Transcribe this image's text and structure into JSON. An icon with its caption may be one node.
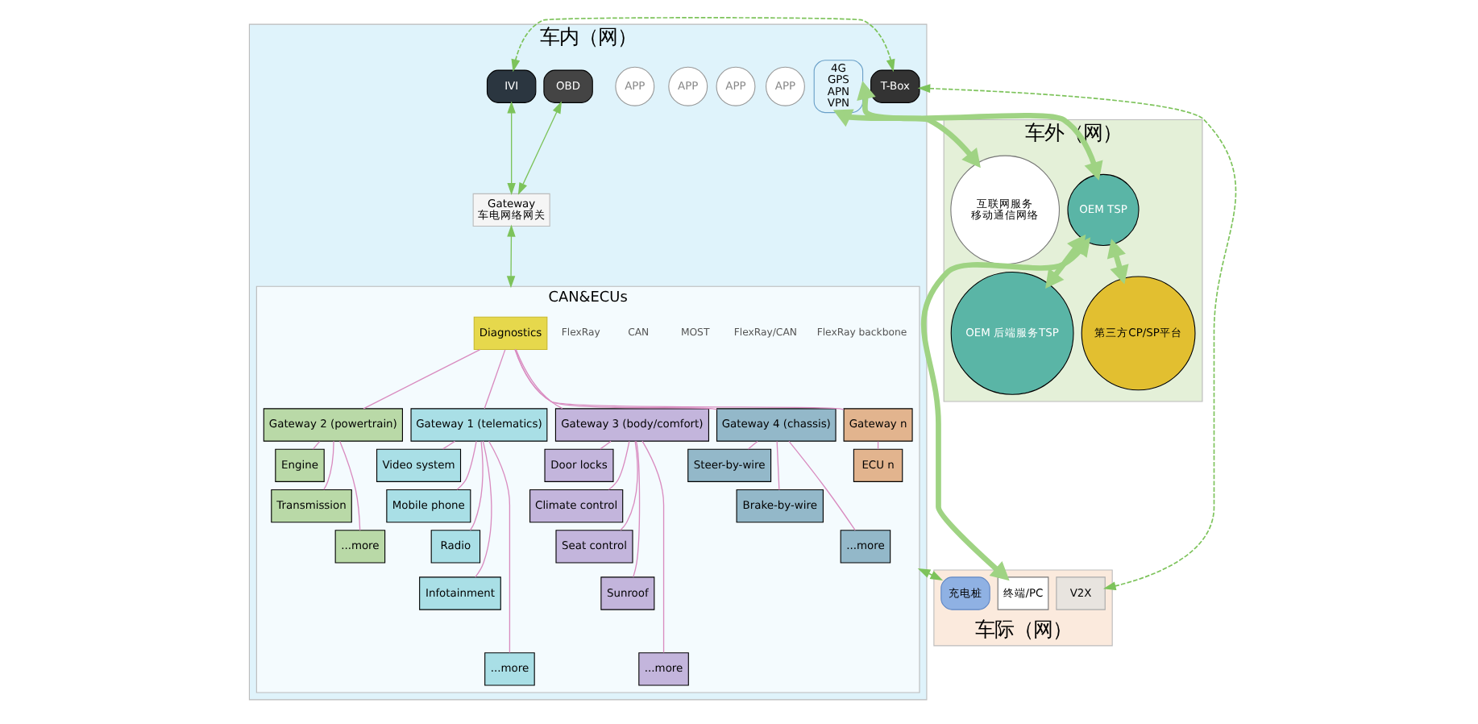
{
  "diagram": {
    "nodes": [
      {
        "text": [
          "车内（网）"
        ]
      },
      {
        "text": [
          "IVI"
        ],
        "in": 0
      },
      {
        "text": [
          "APP"
        ],
        "in": 0
      },
      {
        "text": [
          "APP"
        ],
        "in": 0
      },
      {
        "text": [
          "APP"
        ],
        "in": 0
      },
      {
        "text": [
          "APP"
        ],
        "in": 0
      },
      {
        "text": [
          "T-Box"
        ],
        "in": 0
      },
      {
        "text": [
          "4G",
          "GPS",
          "APN",
          "VPN"
        ],
        "in": 0
      },
      {
        "text": [
          "OBD"
        ],
        "in": 0
      },
      {
        "text": [
          "Gateway",
          "车电网络网关"
        ],
        "in": 0
      },
      {
        "text": [
          "CAN&ECUs"
        ],
        "in": 0
      },
      {
        "text": [
          "Diagnostics"
        ],
        "in": 10
      },
      {
        "text": [
          "Gateway 2 (powertrain)"
        ],
        "in": 10
      },
      {
        "text": [
          "Gateway 1 (telematics)"
        ],
        "in": 10
      },
      {
        "text": [
          "Gateway 3 (body/comfort)"
        ],
        "in": 10
      },
      {
        "text": [
          "Gateway 4 (chassis)"
        ],
        "in": 10
      },
      {
        "text": [
          "Gateway n"
        ],
        "in": 10
      },
      {
        "text": [
          "ECU n"
        ],
        "in": 10
      },
      {
        "text": [
          "Engine"
        ],
        "in": 10
      },
      {
        "text": [
          "Transmission"
        ],
        "in": 10
      },
      {
        "text": [
          "...more"
        ],
        "in": 10
      },
      {
        "text": [
          "Video system"
        ],
        "in": 10
      },
      {
        "text": [
          "Mobile phone"
        ],
        "in": 10
      },
      {
        "text": [
          "Radio"
        ],
        "in": 10
      },
      {
        "text": [
          "Infotainment"
        ],
        "in": 10
      },
      {
        "text": [
          "...more"
        ],
        "in": 10
      },
      {
        "text": [
          "Door locks"
        ],
        "in": 10
      },
      {
        "text": [
          "Climate control"
        ],
        "in": 10
      },
      {
        "text": [
          "Seat control"
        ],
        "in": 10
      },
      {
        "text": [
          "Sunroof"
        ],
        "in": 10
      },
      {
        "text": [
          "...more"
        ],
        "in": 10
      },
      {
        "text": [
          "Steer-by-wire"
        ],
        "in": 10
      },
      {
        "text": [
          "Brake-by-wire"
        ],
        "in": 10
      },
      {
        "text": [
          "...more"
        ],
        "in": 10
      },
      {
        "text": [
          "车外（网）"
        ]
      },
      {
        "text": [
          "OEM TSP"
        ],
        "in": 34
      },
      {
        "text": [
          "OEM 后端服务TSP"
        ],
        "in": 34
      },
      {
        "text": [
          "第三方CP/SP平台"
        ],
        "in": 34
      },
      {
        "text": [
          "互联网服务",
          "移动通信网络"
        ],
        "in": 34
      },
      {
        "text": [
          "车际（网）"
        ]
      },
      {
        "text": [
          "V2X"
        ],
        "in": 39
      },
      {
        "text": [
          "终端/PC"
        ],
        "in": 39
      },
      {
        "text": [
          "充电桩"
        ],
        "in": 39
      }
    ],
    "edges": [
      {
        "from": 1,
        "to": 6,
        "arrow": "both",
        "style": "dashed",
        "color": "#7dc35b"
      },
      {
        "from": 9,
        "to": 1,
        "arrow": "both",
        "color": "#7dc35b"
      },
      {
        "from": 8,
        "to": 9,
        "arrow": "both",
        "color": "#7dc35b"
      },
      {
        "from": 9,
        "to": 10,
        "arrow": "both",
        "color": "#7dc35b"
      },
      {
        "from": 6,
        "to": 40,
        "arrow": "both",
        "style": "dashed",
        "color": "#7dc35b"
      },
      {
        "from": 10,
        "to": 42,
        "arrow": "both",
        "style": "dashed",
        "color": "#7dc35b"
      },
      {
        "from": 7,
        "to": 35,
        "arrow": "both",
        "style": "thick",
        "color": "#9fd383"
      },
      {
        "from": 7,
        "to": 38,
        "arrow": "both",
        "style": "thick",
        "color": "#9fd383"
      },
      {
        "from": 35,
        "to": 36,
        "arrow": "both",
        "style": "thick",
        "color": "#9fd383"
      },
      {
        "from": 35,
        "to": 37,
        "arrow": "both",
        "style": "thick",
        "color": "#9fd383"
      },
      {
        "from": 35,
        "to": 41,
        "arrow": "both",
        "style": "thick",
        "color": "#9fd383"
      },
      {
        "from": 11,
        "to": 12,
        "arrow": "none"
      },
      {
        "from": 11,
        "to": 13,
        "arrow": "none"
      },
      {
        "from": 11,
        "to": 14,
        "arrow": "none"
      },
      {
        "from": 11,
        "to": 15,
        "arrow": "none"
      },
      {
        "from": 11,
        "to": 16,
        "arrow": "none"
      },
      {
        "from": 12,
        "to": 18,
        "arrow": "none"
      },
      {
        "from": 12,
        "to": 19,
        "arrow": "none"
      },
      {
        "from": 12,
        "to": 20,
        "arrow": "none"
      },
      {
        "from": 13,
        "to": 21,
        "arrow": "none"
      },
      {
        "from": 13,
        "to": 22,
        "arrow": "none"
      },
      {
        "from": 13,
        "to": 23,
        "arrow": "none"
      },
      {
        "from": 13,
        "to": 24,
        "arrow": "none"
      },
      {
        "from": 13,
        "to": 25,
        "arrow": "none"
      },
      {
        "from": 14,
        "to": 26,
        "arrow": "none"
      },
      {
        "from": 14,
        "to": 27,
        "arrow": "none"
      },
      {
        "from": 14,
        "to": 28,
        "arrow": "none"
      },
      {
        "from": 14,
        "to": 29,
        "arrow": "none"
      },
      {
        "from": 14,
        "to": 30,
        "arrow": "none"
      },
      {
        "from": 15,
        "to": 31,
        "arrow": "none"
      },
      {
        "from": 15,
        "to": 32,
        "arrow": "none"
      },
      {
        "from": 15,
        "to": 33,
        "arrow": "none"
      },
      {
        "from": 16,
        "to": 17,
        "arrow": "none"
      }
    ],
    "labels": [
      "FlexRay backbone",
      "FlexRay/CAN",
      "MOST",
      "CAN",
      "FlexRay"
    ]
  }
}
